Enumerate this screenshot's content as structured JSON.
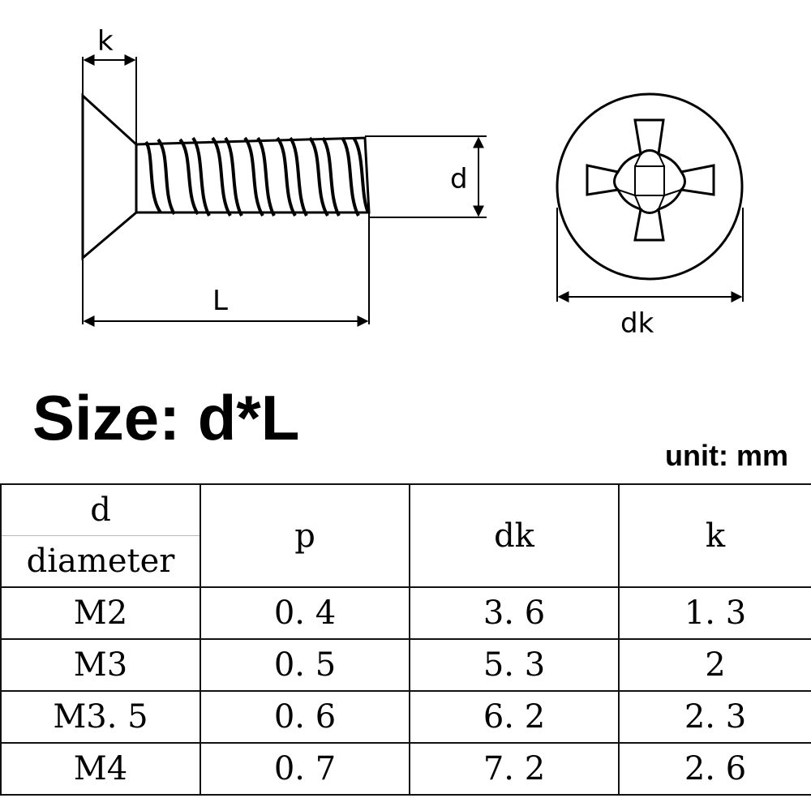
{
  "diagram": {
    "labels": {
      "k": "k",
      "d": "d",
      "L": "L",
      "dk": "dk"
    }
  },
  "title": "Size: d*L",
  "unit": "unit: mm",
  "table": {
    "headers": {
      "d_symbol": "d",
      "d_name": "diameter",
      "p": "p",
      "dk": "dk",
      "k": "k"
    },
    "rows": [
      {
        "d": "M2",
        "p": "0. 4",
        "dk": "3. 6",
        "k": "1. 3"
      },
      {
        "d": "M3",
        "p": "0. 5",
        "dk": "5. 3",
        "k": "2"
      },
      {
        "d": "M3. 5",
        "p": "0. 6",
        "dk": "6. 2",
        "k": "2. 3"
      },
      {
        "d": "M4",
        "p": "0. 7",
        "dk": "7. 2",
        "k": "2. 6"
      }
    ]
  }
}
